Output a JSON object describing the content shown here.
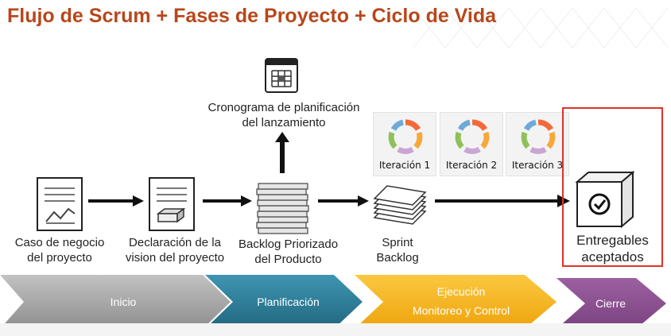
{
  "title": "Flujo de Scrum + Fases de Proyecto + Ciclo de Vida",
  "steps": {
    "caso_negocio": {
      "line1": "Caso de negocio",
      "line2": "del proyecto"
    },
    "declaracion": {
      "line1": "Declaración de la",
      "line2": "vision del proyecto"
    },
    "backlog": {
      "line1": "Backlog Priorizado",
      "line2": "del Producto"
    },
    "sprint": {
      "line1": "Sprint",
      "line2": "Backlog"
    },
    "entregables": {
      "line1": "Entregables",
      "line2": "aceptados"
    },
    "cronograma": {
      "line1": "Cronograma de planificación",
      "line2": "del lanzamiento"
    }
  },
  "iterations": [
    "Iteración 1",
    "Iteración 2",
    "Iteración 3"
  ],
  "phases": {
    "inicio": "Inicio",
    "planificacion": "Planificación",
    "ejecucion": "Ejecución",
    "monitoreo": "Monitoreo y Control",
    "cierre": "Cierre"
  },
  "colors": {
    "title": "#b8471b",
    "phase_inicio": "#a7a7a7",
    "phase_planificacion": "#2c7e9a",
    "phase_ejecucion": "#f4b31a",
    "phase_cierre": "#8a4f8e",
    "highlight": "#e0322c",
    "cycle_segments": [
      "#f26a3a",
      "#f7a83a",
      "#8ec15a",
      "#c9a6d4",
      "#6ea9d8"
    ]
  },
  "icons": [
    "calendar-icon",
    "document-chart-icon",
    "document-box-icon",
    "stack-icon",
    "cycle-icon",
    "box-check-icon",
    "arrow-right-icon",
    "arrow-up-icon"
  ]
}
